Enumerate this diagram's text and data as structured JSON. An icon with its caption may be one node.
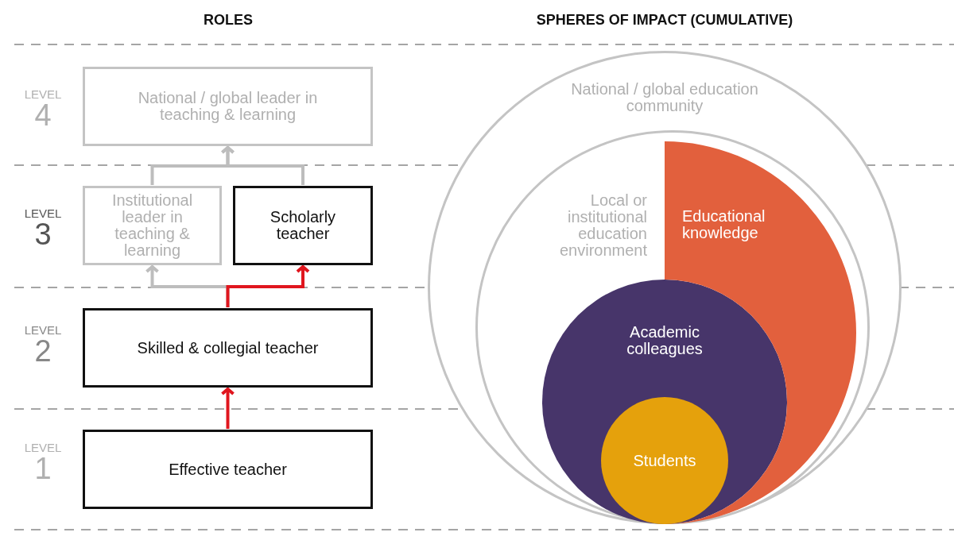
{
  "diagram": {
    "nodes": [
      {
        "text": [
          "National / global leader in teaching & learning"
        ]
      },
      {
        "text": [
          "Institutional leader in teaching & learning"
        ]
      },
      {
        "text": [
          "Scholarly teacher"
        ]
      },
      {
        "text": [
          "Skilled & collegial teacher"
        ]
      },
      {
        "text": [
          "Effective teacher"
        ]
      },
      {
        "text": [
          "National / global education community"
        ]
      },
      {
        "text": [
          "Local or institutional education environment"
        ],
        "in": 5
      },
      {
        "text": [
          "Educational knowledge"
        ],
        "in": 6
      },
      {
        "text": [
          "Academic colleagues"
        ],
        "in": 6
      },
      {
        "text": [
          "Students"
        ],
        "in": 8
      }
    ],
    "edges": [
      {
        "from": 1,
        "to": 0,
        "arrow": "to"
      },
      {
        "from": 2,
        "to": 0,
        "arrow": "to"
      },
      {
        "from": 3,
        "to": 1,
        "arrow": "to"
      },
      {
        "from": 3,
        "to": 2,
        "arrow": "to",
        "color": "#e0161e"
      },
      {
        "from": 4,
        "to": 3,
        "arrow": "to",
        "color": "#e0161e"
      }
    ],
    "labels": [
      "ROLES",
      "SPHERES OF IMPACT (CUMULATIVE)",
      "LEVEL",
      "4",
      "LEVEL",
      "3",
      "LEVEL",
      "2",
      "LEVEL",
      "1"
    ]
  }
}
